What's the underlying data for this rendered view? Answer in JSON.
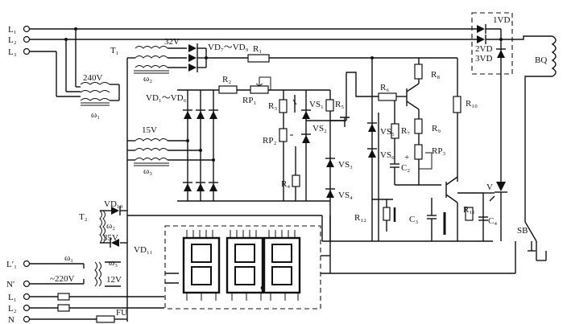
{
  "diagram": {
    "terminals_top": [
      "L₁",
      "L₂",
      "L₃"
    ],
    "terminals_bottom": [
      "L′₁",
      "N′",
      "L₁",
      "L₂",
      "N"
    ],
    "transformer_t1": {
      "name": "T₁",
      "primary_voltage": "240V",
      "primary_winding": "ω₁",
      "secondary_32v": "32V",
      "secondary_32v_winding": "ω₂",
      "secondary_15v": "15V",
      "secondary_15v_winding": "ω₃"
    },
    "transformer_t2": {
      "name": "T₂",
      "winding_2": "ω₂",
      "voltage_35": "35V",
      "winding_1": "ω₁",
      "primary_voltage": "~220V",
      "winding_3": "ω₃",
      "voltage_12": "12V"
    },
    "labels": {
      "vd7_vd9": "VD₇～VD₉",
      "vd1_vd6": "VD₁～VD₆",
      "vd10": "VD₁₀",
      "vd11": "VD₁₁",
      "r1": "R₁",
      "r2": "R₂",
      "rp1": "RP₁",
      "r3": "R₃",
      "vs1": "VS₁",
      "r5": "R₅",
      "vs2": "VS₂",
      "rp2": "RP₂",
      "vs3": "VS₃",
      "r4": "R₄",
      "vs4": "VS₄",
      "r6": "R₆",
      "r7": "R₇",
      "vs5": "VS₅",
      "vs6": "VS₆",
      "c2": "C₂",
      "r8": "R₈",
      "r9": "R₉",
      "rp3": "RP₃",
      "r10": "R₁₀",
      "r11": "R₁₁",
      "r12": "R₁₂",
      "c3": "C₃",
      "c4": "C₄",
      "v": "V",
      "sb": "SB",
      "fu": "FU",
      "bq": "BQ",
      "plus": "+"
    },
    "vd_group": {
      "vd1": "1VD",
      "vd2": "2VD",
      "vd3": "3VD"
    },
    "display_digits": 3
  }
}
